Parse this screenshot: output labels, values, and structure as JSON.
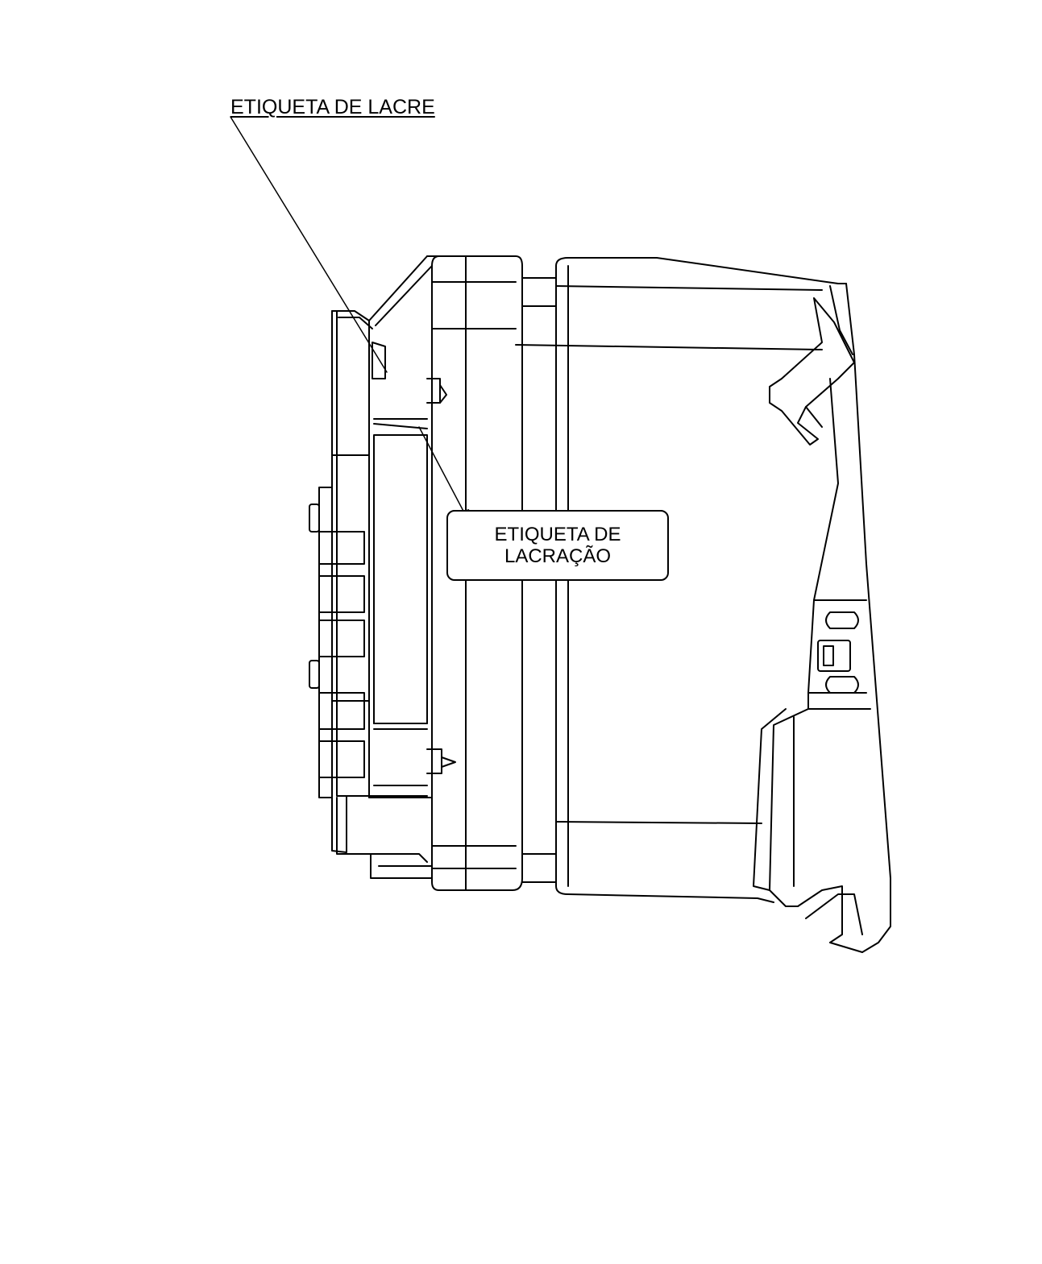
{
  "labels": {
    "top": "ETIQUETA DE LACRE",
    "callout_line1": "ETIQUETA DE",
    "callout_line2": "LACRAÇÃO"
  },
  "colors": {
    "ink": "#000000",
    "paper": "#ffffff"
  }
}
